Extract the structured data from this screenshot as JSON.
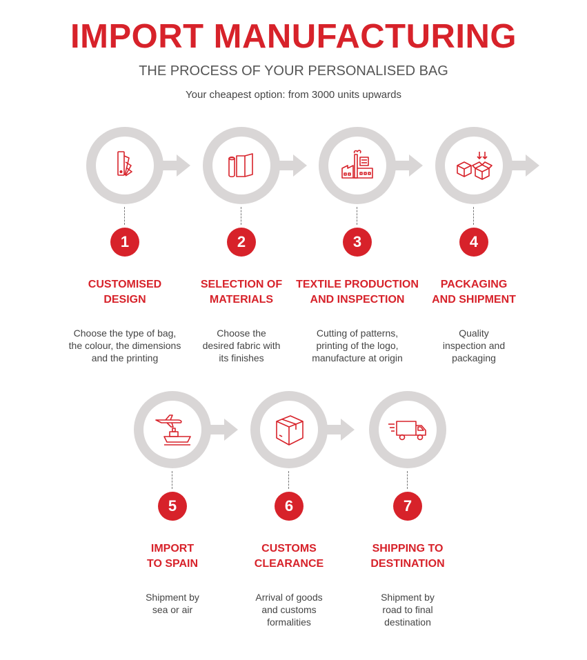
{
  "header": {
    "title": "IMPORT MANUFACTURING",
    "subtitle": "THE PROCESS OF YOUR PERSONALISED BAG",
    "tagline": "Your cheapest option: from 3000 units upwards"
  },
  "colors": {
    "accent": "#d7222a",
    "ring": "#d9d6d6",
    "text": "#444444"
  },
  "steps": [
    {
      "number": "1",
      "title_line1": "CUSTOMISED",
      "title_line2": "DESIGN",
      "desc_line1": "Choose the type of bag,",
      "desc_line2": "the colour, the dimensions",
      "desc_line3": "and the printing",
      "icon": "color-swatch-icon"
    },
    {
      "number": "2",
      "title_line1": "SELECTION OF",
      "title_line2": "MATERIALS",
      "desc_line1": "Choose the",
      "desc_line2": "desired fabric with",
      "desc_line3": "its finishes",
      "icon": "fabric-materials-icon"
    },
    {
      "number": "3",
      "title_line1": "TEXTILE PRODUCTION",
      "title_line2": "AND INSPECTION",
      "desc_line1": "Cutting of patterns,",
      "desc_line2": "printing of the logo,",
      "desc_line3": "manufacture at origin",
      "icon": "factory-icon"
    },
    {
      "number": "4",
      "title_line1": "PACKAGING",
      "title_line2": "AND SHIPMENT",
      "desc_line1": "Quality",
      "desc_line2": "inspection and",
      "desc_line3": "packaging",
      "icon": "packaging-boxes-icon"
    },
    {
      "number": "5",
      "title_line1": "IMPORT",
      "title_line2": "TO SPAIN",
      "desc_line1": "Shipment by",
      "desc_line2": "sea or air",
      "desc_line3": "",
      "icon": "plane-ship-icon"
    },
    {
      "number": "6",
      "title_line1": "CUSTOMS",
      "title_line2": "CLEARANCE",
      "desc_line1": "Arrival of goods",
      "desc_line2": "and customs",
      "desc_line3": "formalities",
      "icon": "cardboard-box-icon"
    },
    {
      "number": "7",
      "title_line1": "SHIPPING TO",
      "title_line2": "DESTINATION",
      "desc_line1": "Shipment by",
      "desc_line2": "road to final",
      "desc_line3": "destination",
      "icon": "delivery-truck-icon"
    }
  ]
}
